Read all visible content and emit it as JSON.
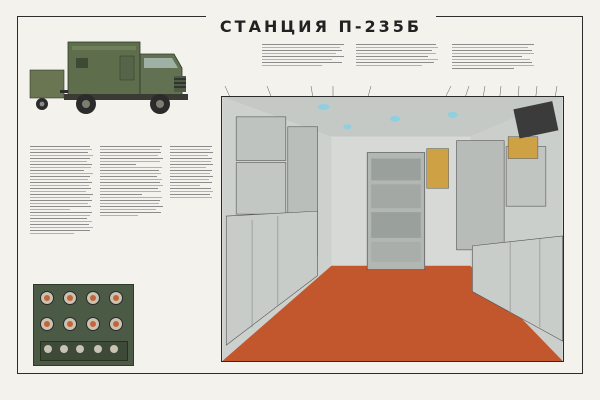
{
  "poster": {
    "title": "СТАНЦИЯ П-235Б"
  },
  "images": {
    "truck": "truck-illustration",
    "panel": "control-panel-illustration",
    "interior": "station-interior-illustration"
  },
  "colors": {
    "truck_green": "#5e6e4c",
    "floor": "#c2572d",
    "equipment": "#c8cbc8",
    "panel": "#4a5a45",
    "accent_orange": "#c5643b",
    "heading": "#222222"
  }
}
